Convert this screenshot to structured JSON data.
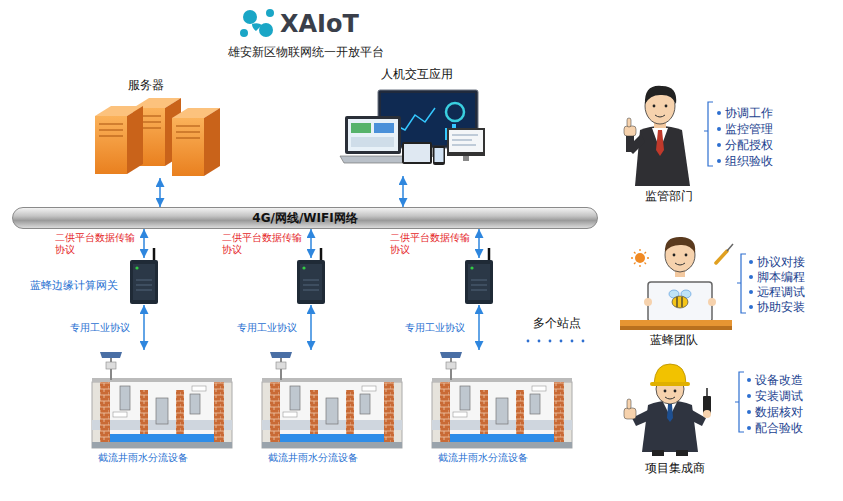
{
  "diagram": {
    "title": "雄安新区物联网统一开放平台",
    "nodes": [
      {
        "text": [
          "服务器"
        ]
      },
      {
        "text": [
          "人机交互应用"
        ]
      },
      {
        "text": [
          "4G/网线/WIFI网络"
        ]
      },
      {
        "text": [
          "蓝蜂边缘计算网关"
        ]
      },
      {
        "text": []
      },
      {
        "text": []
      },
      {
        "text": [
          "截流井雨水分流设备"
        ]
      },
      {
        "text": [
          "截流井雨水分流设备"
        ]
      },
      {
        "text": [
          "截流井雨水分流设备"
        ]
      },
      {
        "text": [
          "监管部门",
          "协调工作",
          "监控管理",
          "分配授权",
          "组织验收"
        ]
      },
      {
        "text": [
          "蓝蜂团队",
          "协议对接",
          "脚本编程",
          "远程调试",
          "协助安装"
        ]
      },
      {
        "text": [
          "项目集成商",
          "设备改造",
          "安装调试",
          "数据核对",
          "配合验收"
        ]
      }
    ],
    "edges": [
      {
        "from": 0,
        "to": 2,
        "arrow": "both"
      },
      {
        "from": 1,
        "to": 2,
        "arrow": "both"
      },
      {
        "from": 2,
        "to": 3,
        "arrow": "both",
        "label": "二供平台数据传输协议"
      },
      {
        "from": 2,
        "to": 4,
        "arrow": "both",
        "label": "二供平台数据传输协议"
      },
      {
        "from": 2,
        "to": 5,
        "arrow": "both",
        "label": "二供平台数据传输协议"
      },
      {
        "from": 3,
        "to": 6,
        "arrow": "both",
        "label": "专用工业协议"
      },
      {
        "from": 4,
        "to": 7,
        "arrow": "both",
        "label": "专用工业协议"
      },
      {
        "from": 5,
        "to": 8,
        "arrow": "both",
        "label": "专用工业协议"
      }
    ],
    "labels": [
      "XAIoT",
      "多个站点"
    ]
  }
}
